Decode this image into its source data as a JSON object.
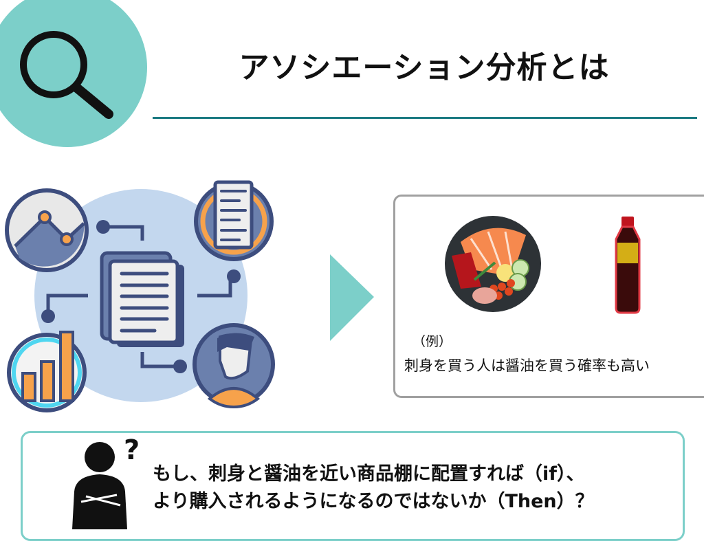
{
  "header": {
    "title": "アソシエーション分析とは",
    "icon": "magnifier-icon"
  },
  "example": {
    "label": "（例）",
    "text": "刺身を買う人は醤油を買う確率も高い",
    "images": [
      "sashimi-bowl-icon",
      "soy-sauce-bottle-icon"
    ]
  },
  "hypothesis": {
    "line1": "もし、刺身と醤油を近い商品棚に配置すれば（if）、",
    "line2": "より購入されるようになるのではないか（Then）？",
    "icon": "thinking-person-icon"
  },
  "colors": {
    "teal": "#7ccfc9",
    "dark_teal": "#1b7a82",
    "navy": "#3d4d7e",
    "orange": "#f7a24b"
  }
}
